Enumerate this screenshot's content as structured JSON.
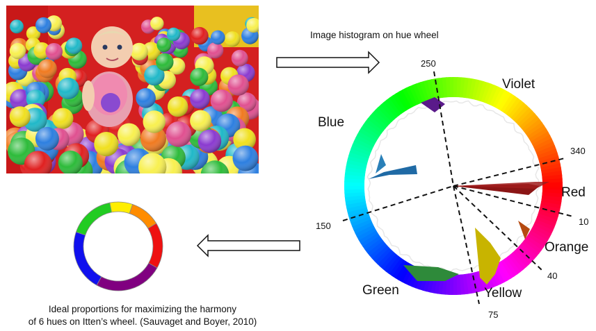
{
  "histogram_title": "Image histogram on hue wheel",
  "caption": {
    "line1": "Ideal proportions for maximizing the harmony",
    "line2": "of 6 hues on Itten’s wheel. (Sauvaget and Boyer, 2010)"
  },
  "hue_names": {
    "violet": "Violet",
    "blue": "Blue",
    "red": "Red",
    "orange": "Orange",
    "yellow": "Yellow",
    "green": "Green"
  },
  "hue_ticks": {
    "t250": "250",
    "t340": "340",
    "t150": "150",
    "t10": "10",
    "t40": "40",
    "t75": "75"
  },
  "itten_wheel": [
    {
      "name": "Yellow",
      "color": "#ffee00",
      "fraction": 0.083
    },
    {
      "name": "Orange",
      "color": "#ff8c00",
      "fraction": 0.111
    },
    {
      "name": "Red",
      "color": "#ee1111",
      "fraction": 0.167
    },
    {
      "name": "Violet",
      "color": "#800080",
      "fraction": 0.25
    },
    {
      "name": "Blue",
      "color": "#1010ee",
      "fraction": 0.222
    },
    {
      "name": "Green",
      "color": "#22cc22",
      "fraction": 0.167
    }
  ]
}
